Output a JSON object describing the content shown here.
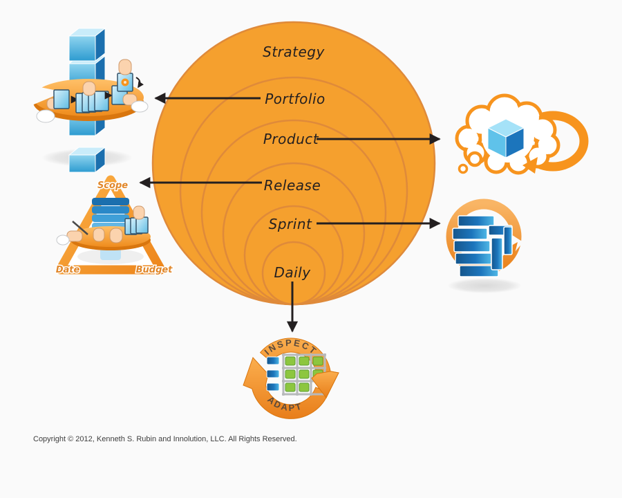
{
  "page": {
    "background": "#fafafa"
  },
  "planning_onion": {
    "description": "concentric planning-levels circles, tangent at bottom",
    "fill": "#F5A02E",
    "stroke": "#DF8A3A",
    "levels": [
      {
        "id": "strategy",
        "label": "Strategy"
      },
      {
        "id": "portfolio",
        "label": "Portfolio"
      },
      {
        "id": "product",
        "label": "Product"
      },
      {
        "id": "release",
        "label": "Release"
      },
      {
        "id": "sprint",
        "label": "Sprint"
      },
      {
        "id": "daily",
        "label": "Daily"
      }
    ]
  },
  "release_triangle": {
    "scope": "Scope",
    "date": "Date",
    "budget": "Budget"
  },
  "daily_cycle": {
    "inspect": "INSPECT",
    "adapt": "ADAPT"
  },
  "icons": {
    "portfolio": "portfolio-planning-table-icon",
    "product": "product-vision-thought-bubble-icon",
    "release": "release-scope-date-budget-triangle-icon",
    "sprint": "sprint-backlog-loop-icon",
    "daily": "inspect-adapt-cycle-icon"
  },
  "colors": {
    "accent_orange": "#F7941E",
    "blue_light": "#27AAE1",
    "blue_dark": "#1C75BC",
    "green": "#8DC63F",
    "arrow_black": "#231F20"
  },
  "footer": {
    "copyright": "Copyright © 2012, Kenneth S. Rubin and Innolution, LLC. All Rights Reserved."
  }
}
